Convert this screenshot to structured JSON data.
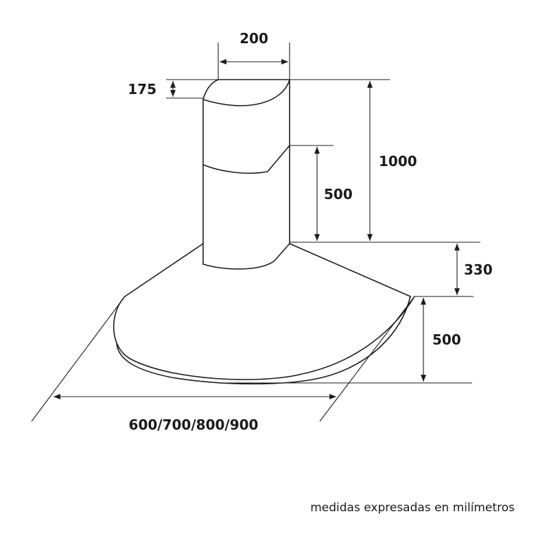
{
  "diagram": {
    "dimensions": {
      "chimney_width": "200",
      "chimney_top_offset": "175",
      "upper_chimney_height": "1000",
      "lower_chimney_height": "500",
      "canopy_height": "330",
      "depth": "500",
      "width_options": "600/700/800/900"
    },
    "caption": "medidas expresadas en milímetros"
  }
}
